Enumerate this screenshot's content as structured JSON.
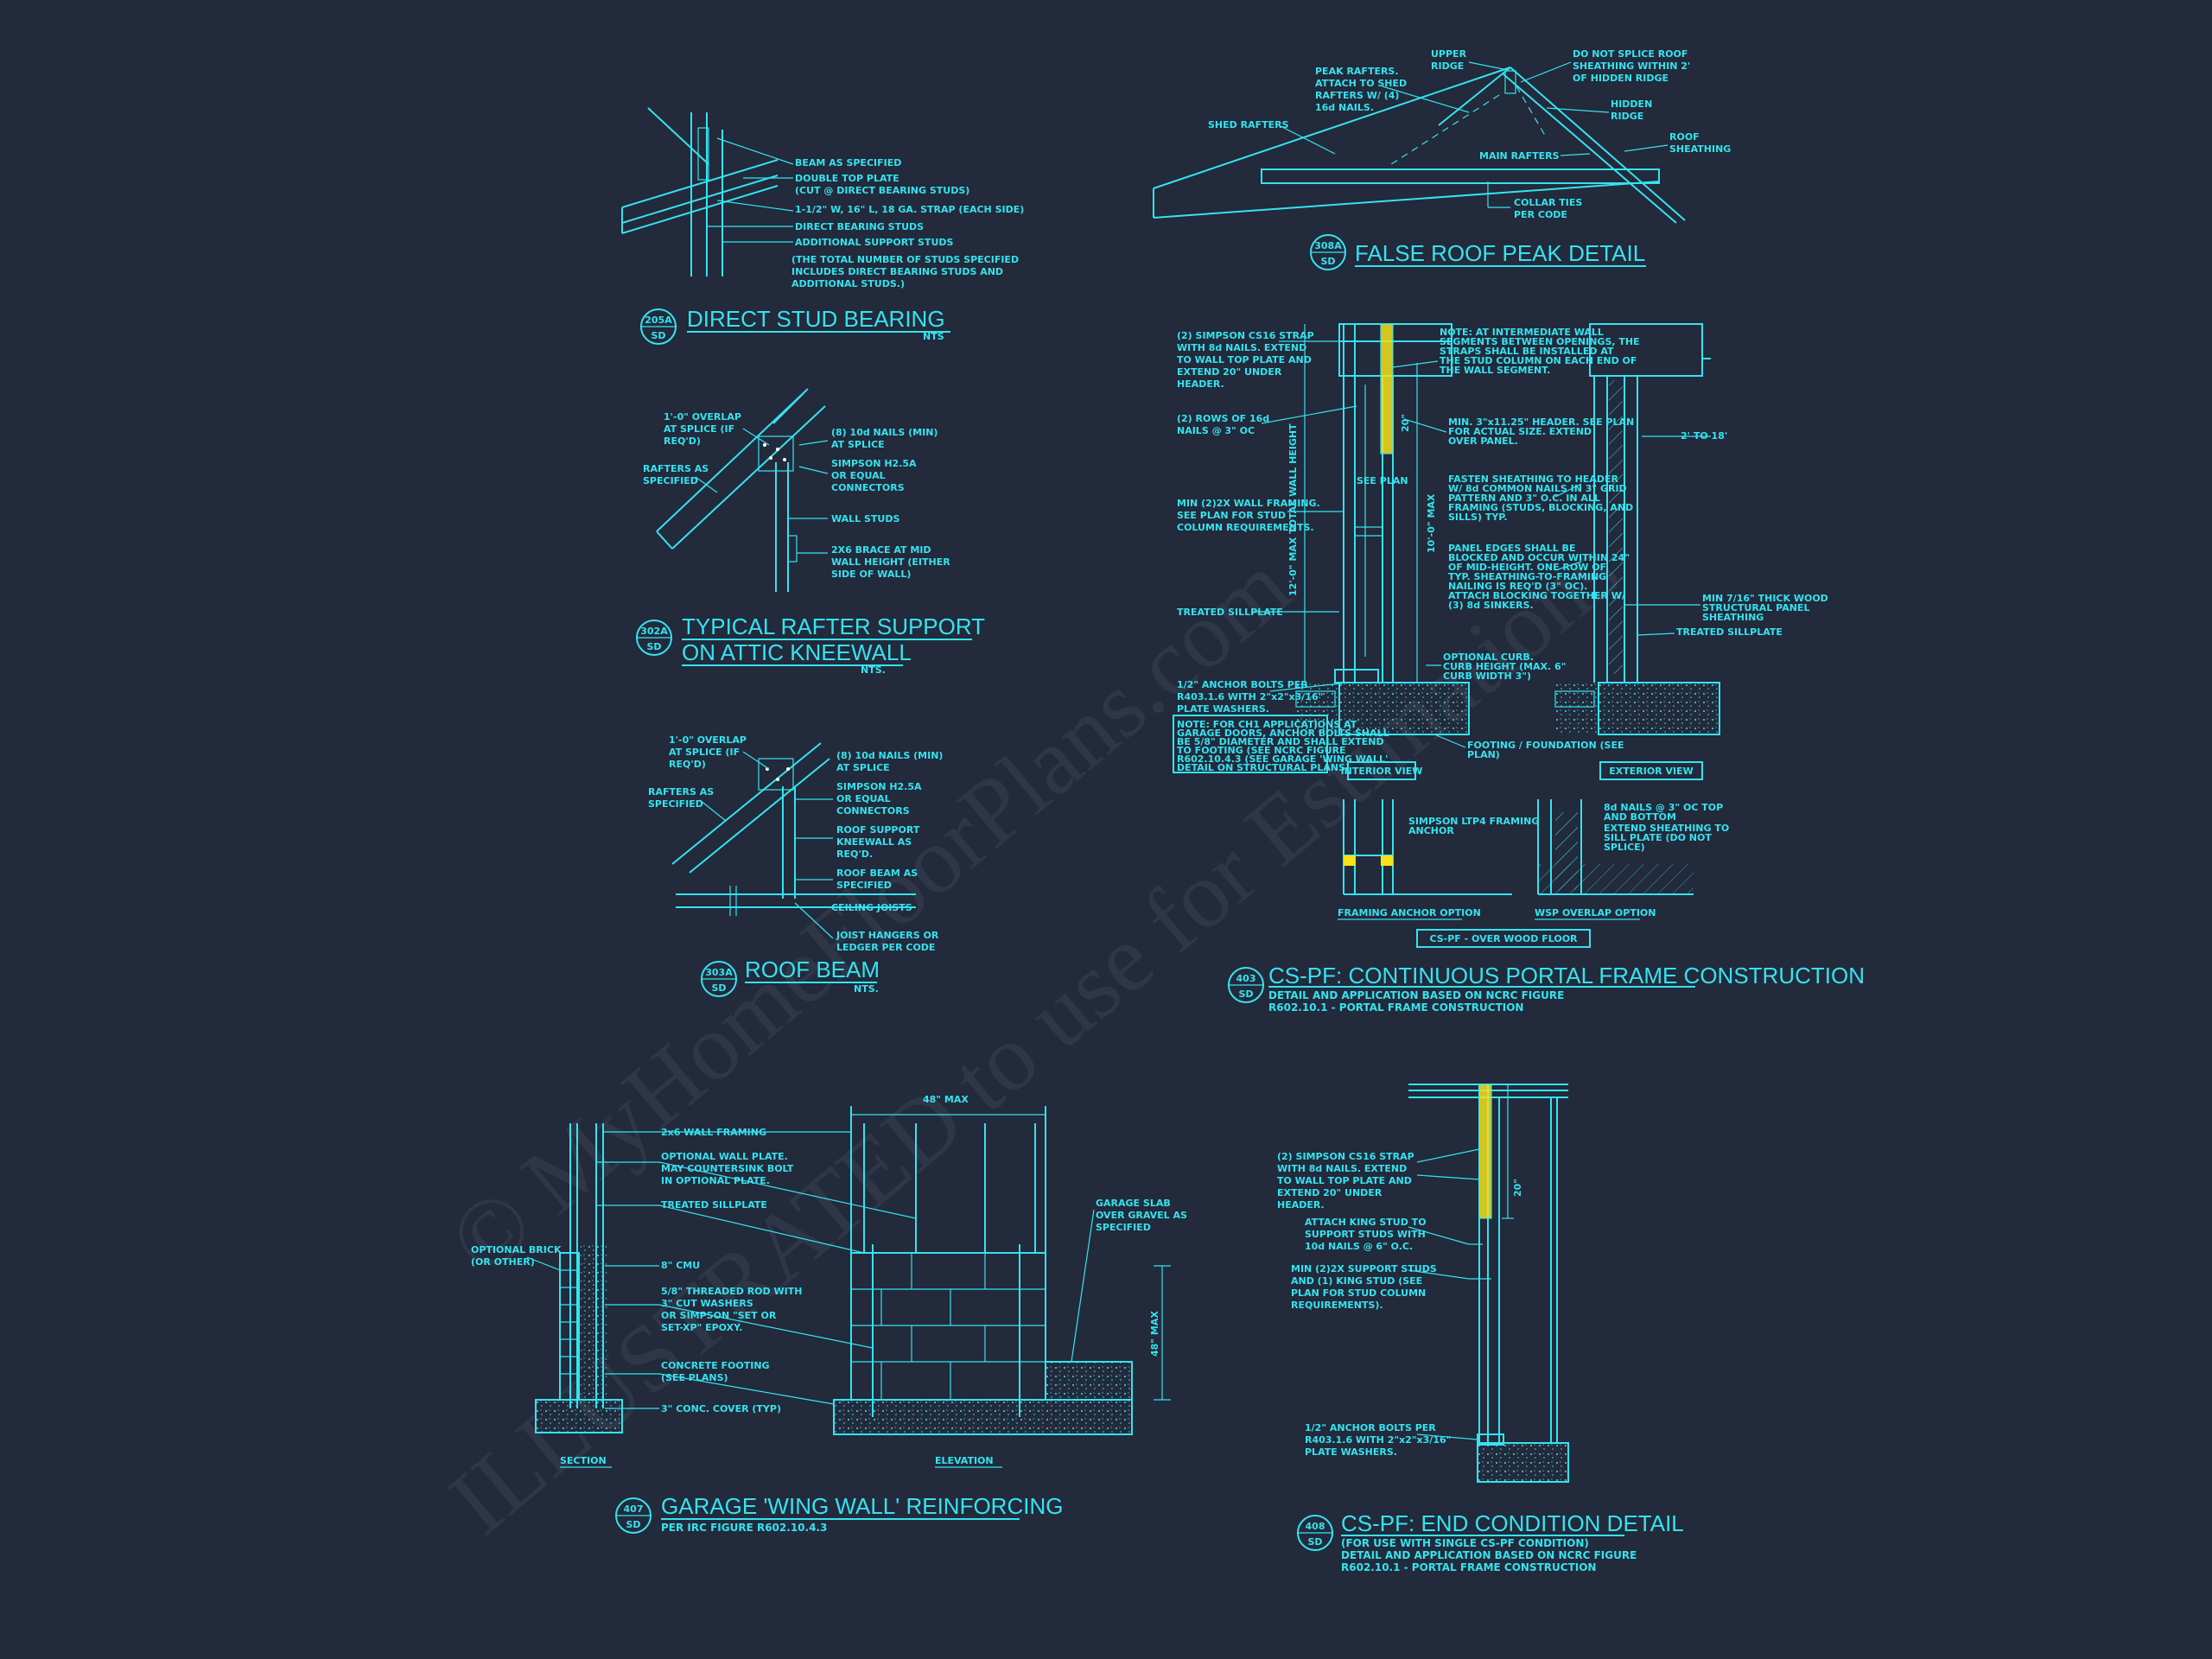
{
  "palette": {
    "background": "#222a3c",
    "linework": "#35e3ee",
    "highlight": "#f5e21a"
  },
  "watermark": "© MyHomeFloorPlans.com",
  "watermark2": "ILLUSTRATED to use for Estimations",
  "detail_205a": {
    "bubble_num": "205A",
    "bubble_sheet": "SD",
    "title": "DIRECT STUD BEARING",
    "scale": "NTS",
    "labels": [
      "BEAM AS SPECIFIED",
      "DOUBLE TOP PLATE",
      "(CUT @ DIRECT BEARING STUDS)",
      "1-1/2\" W, 16\" L, 18 GA. STRAP (EACH SIDE)",
      "DIRECT BEARING STUDS",
      "ADDITIONAL SUPPORT STUDS",
      "(THE TOTAL NUMBER OF STUDS SPECIFIED",
      "INCLUDES DIRECT BEARING STUDS AND",
      "ADDITIONAL STUDS.)"
    ]
  },
  "detail_302a": {
    "bubble_num": "302A",
    "bubble_sheet": "SD",
    "title_line1": "TYPICAL RAFTER SUPPORT",
    "title_line2": "ON ATTIC KNEEWALL",
    "scale": "NTS.",
    "labels_left": [
      "1'-0\" OVERLAP",
      "AT SPLICE (IF",
      "REQ'D)",
      "RAFTERS AS",
      "SPECIFIED"
    ],
    "labels_right": [
      "(8) 10d NAILS (MIN)",
      "AT SPLICE",
      "SIMPSON H2.5A",
      "OR EQUAL",
      "CONNECTORS",
      "WALL STUDS",
      "2X6 BRACE AT MID",
      "WALL HEIGHT (EITHER",
      "SIDE OF WALL)"
    ]
  },
  "detail_303a": {
    "bubble_num": "303A",
    "bubble_sheet": "SD",
    "title": "ROOF BEAM",
    "scale": "NTS.",
    "labels_left": [
      "1'-0\" OVERLAP",
      "AT SPLICE (IF",
      "REQ'D)",
      "RAFTERS AS",
      "SPECIFIED"
    ],
    "labels_right": [
      "(8) 10d NAILS (MIN)",
      "AT SPLICE",
      "SIMPSON H2.5A",
      "OR EQUAL",
      "CONNECTORS",
      "ROOF SUPPORT",
      "KNEEWALL AS",
      "REQ'D.",
      "ROOF BEAM AS",
      "SPECIFIED",
      "CEILING JOISTS",
      "JOIST HANGERS OR",
      "LEDGER PER CODE"
    ]
  },
  "detail_308a": {
    "bubble_num": "308A",
    "bubble_sheet": "SD",
    "title": "FALSE ROOF PEAK DETAIL",
    "labels": [
      "PEAK RAFTERS.",
      "ATTACH TO SHED",
      "RAFTERS W/ (4)",
      "16d NAILS.",
      "UPPER",
      "RIDGE",
      "DO NOT SPLICE ROOF",
      "SHEATHING WITHIN 2'",
      "OF HIDDEN RIDGE",
      "HIDDEN",
      "RIDGE",
      "ROOF",
      "SHEATHING",
      "SHED RAFTERS",
      "MAIN RAFTERS",
      "COLLAR TIES",
      "PER CODE"
    ]
  },
  "detail_403": {
    "bubble_num": "403",
    "bubble_sheet": "SD",
    "title": "CS-PF: CONTINUOUS PORTAL FRAME CONSTRUCTION",
    "sub1": "DETAIL AND APPLICATION BASED ON NCRC FIGURE",
    "sub2": "R602.10.1 - PORTAL FRAME CONSTRUCTION",
    "labels_left": [
      "(2) SIMPSON CS16 STRAP",
      "WITH 8d NAILS. EXTEND",
      "TO WALL TOP PLATE AND",
      "EXTEND 20\" UNDER",
      "HEADER.",
      "(2) ROWS OF 16d",
      "NAILS @ 3\" OC",
      "MIN (2)2X WALL FRAMING.",
      "SEE PLAN FOR STUD",
      "COLUMN REQUIREMENTS.",
      "TREATED SILLPLATE",
      "1/2\" ANCHOR BOLTS PER",
      "R403.1.6 WITH 2\"x2\"x3/16\"",
      "PLATE WASHERS."
    ],
    "note_box": [
      "NOTE: FOR CH1 APPLICATIONS AT",
      "GARAGE DOORS, ANCHOR BOLTS SHALL",
      "BE 5/8\" DIAMETER AND SHALL EXTEND",
      "TO FOOTING (SEE NCRC FIGURE",
      "R602.10.4.3 (SEE GARAGE 'WING WALL'",
      "DETAIL ON STRUCTURAL PLANS)"
    ],
    "labels_mid": [
      "NOTE: AT INTERMEDIATE WALL",
      "SEGMENTS BETWEEN OPENINGS, THE",
      "STRAPS SHALL BE INSTALLED AT",
      "THE STUD COLUMN ON EACH END OF",
      "THE WALL SEGMENT.",
      "MIN. 3\"x11.25\" HEADER. SEE PLAN",
      "FOR ACTUAL SIZE. EXTEND",
      "OVER PANEL.",
      "FASTEN SHEATHING TO HEADER",
      "W/ 8d COMMON NAILS IN 3\" GRID",
      "PATTERN AND 3\" O.C. IN ALL",
      "FRAMING (STUDS, BLOCKING, AND",
      "SILLS) TYP.",
      "PANEL EDGES SHALL BE",
      "BLOCKED AND OCCUR WITHIN 24\"",
      "OF MID-HEIGHT. ONE ROW OF",
      "TYP. SHEATHING-TO-FRAMING",
      "NAILING IS REQ'D (3\" OC).",
      "ATTACH BLOCKING TOGETHER W/",
      "(3) 8d SINKERS.",
      "OPTIONAL CURB.",
      "CURB HEIGHT (MAX. 6\"",
      "CURB WIDTH 3\")",
      "FOOTING / FOUNDATION (SEE",
      "PLAN)"
    ],
    "labels_right": [
      "2' TO 18'",
      "MIN 7/16\" THICK WOOD",
      "STRUCTURAL PANEL",
      "SHEATHING",
      "TREATED SILLPLATE"
    ],
    "dims": [
      "10'-0\" MAX",
      "20\"",
      "12'-0\" MAX TOTAL WALL HEIGHT",
      "SEE PLAN"
    ],
    "view_interior": "INTERIOR VIEW",
    "view_exterior": "EXTERIOR VIEW",
    "sub_notes": [
      "SIMPSON LTP4 FRAMING",
      "ANCHOR",
      "8d NAILS @ 3\" OC TOP",
      "AND BOTTOM",
      "EXTEND SHEATHING TO",
      "SILL PLATE (DO NOT",
      "SPLICE)"
    ],
    "option_framing": "FRAMING ANCHOR OPTION",
    "option_wsp": "WSP OVERLAP OPTION",
    "wood_floor": "CS-PF - OVER WOOD FLOOR"
  },
  "detail_407": {
    "bubble_num": "407",
    "bubble_sheet": "SD",
    "title": "GARAGE 'WING WALL' REINFORCING",
    "sub": "PER IRC FIGURE R602.10.4.3",
    "labels": [
      "2x6 WALL FRAMING",
      "OPTIONAL WALL PLATE.",
      "MAY COUNTERSINK BOLT",
      "IN OPTIONAL PLATE.",
      "TREATED SILLPLATE",
      "OPTIONAL BRICK",
      "(OR OTHER)",
      "8\" CMU",
      "5/8\" THREADED ROD WITH",
      "3\" CUT WASHERS",
      "OR SIMPSON \"SET OR",
      "SET-XP\" EPOXY.",
      "CONCRETE FOOTING",
      "(SEE PLANS)",
      "3\" CONC. COVER (TYP)",
      "GARAGE SLAB",
      "OVER GRAVEL AS",
      "SPECIFIED"
    ],
    "dim_top": "48\" MAX",
    "dim_side": "48\" MAX",
    "view_section": "SECTION",
    "view_elevation": "ELEVATION"
  },
  "detail_408": {
    "bubble_num": "408",
    "bubble_sheet": "SD",
    "title": "CS-PF: END CONDITION DETAIL",
    "sub1": "(FOR USE WITH SINGLE CS-PF CONDITION)",
    "sub2": "DETAIL AND APPLICATION BASED ON NCRC FIGURE",
    "sub3": "R602.10.1 - PORTAL FRAME CONSTRUCTION",
    "labels": [
      "(2) SIMPSON CS16 STRAP",
      "WITH 8d NAILS. EXTEND",
      "TO WALL TOP PLATE AND",
      "EXTEND 20\" UNDER",
      "HEADER.",
      "ATTACH KING STUD TO",
      "SUPPORT STUDS WITH",
      "10d NAILS @ 6\" O.C.",
      "MIN (2)2X SUPPORT STUDS",
      "AND (1) KING STUD (SEE",
      "PLAN FOR STUD COLUMN",
      "REQUIREMENTS).",
      "1/2\" ANCHOR BOLTS PER",
      "R403.1.6 WITH 2\"x2\"x3/16\"",
      "PLATE WASHERS."
    ],
    "dim": "20\""
  }
}
